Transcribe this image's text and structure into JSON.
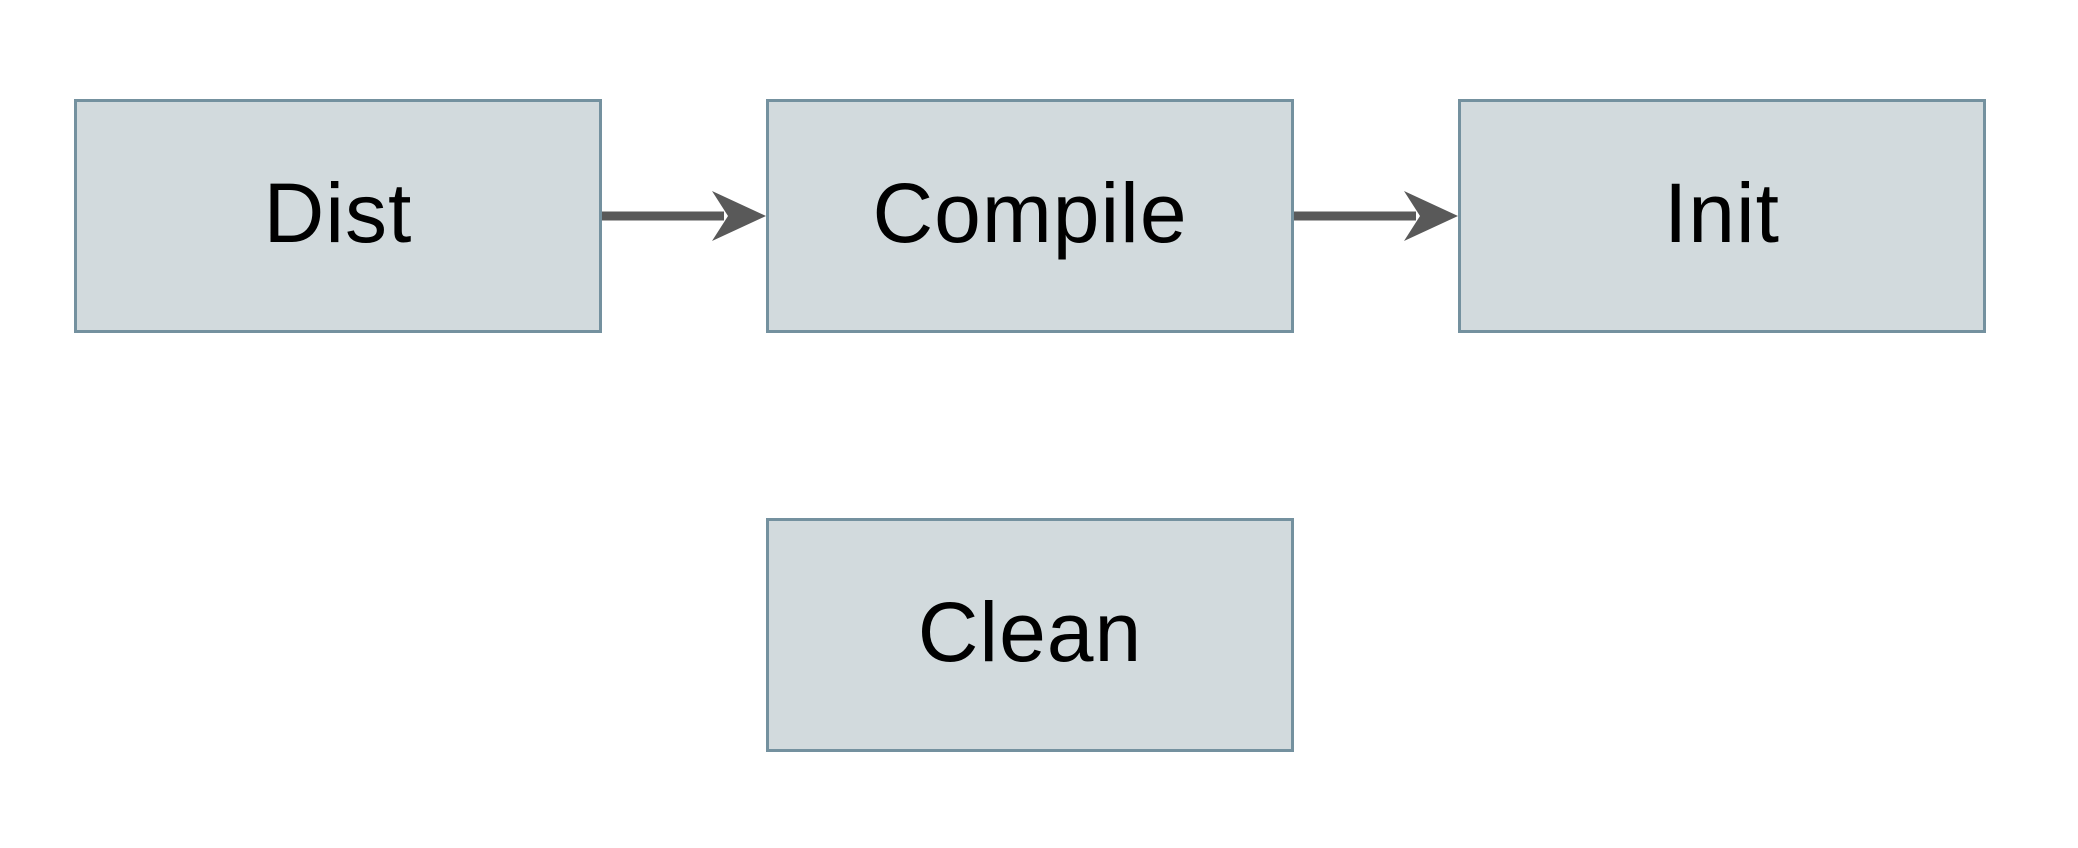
{
  "diagram": {
    "type": "flowchart",
    "background_color": "#ffffff",
    "node_fill_color": "#d2dadd",
    "node_border_color": "#74919f",
    "arrow_color": "#595959",
    "text_color": "#000000",
    "nodes": [
      {
        "id": "dist",
        "label": "Dist",
        "row": 1,
        "col": 1
      },
      {
        "id": "compile",
        "label": "Compile",
        "row": 1,
        "col": 2
      },
      {
        "id": "init",
        "label": "Init",
        "row": 1,
        "col": 3
      },
      {
        "id": "clean",
        "label": "Clean",
        "row": 2,
        "col": 2
      }
    ],
    "edges": [
      {
        "from": "Dist",
        "to": "Compile"
      },
      {
        "from": "Compile",
        "to": "Init"
      }
    ]
  }
}
